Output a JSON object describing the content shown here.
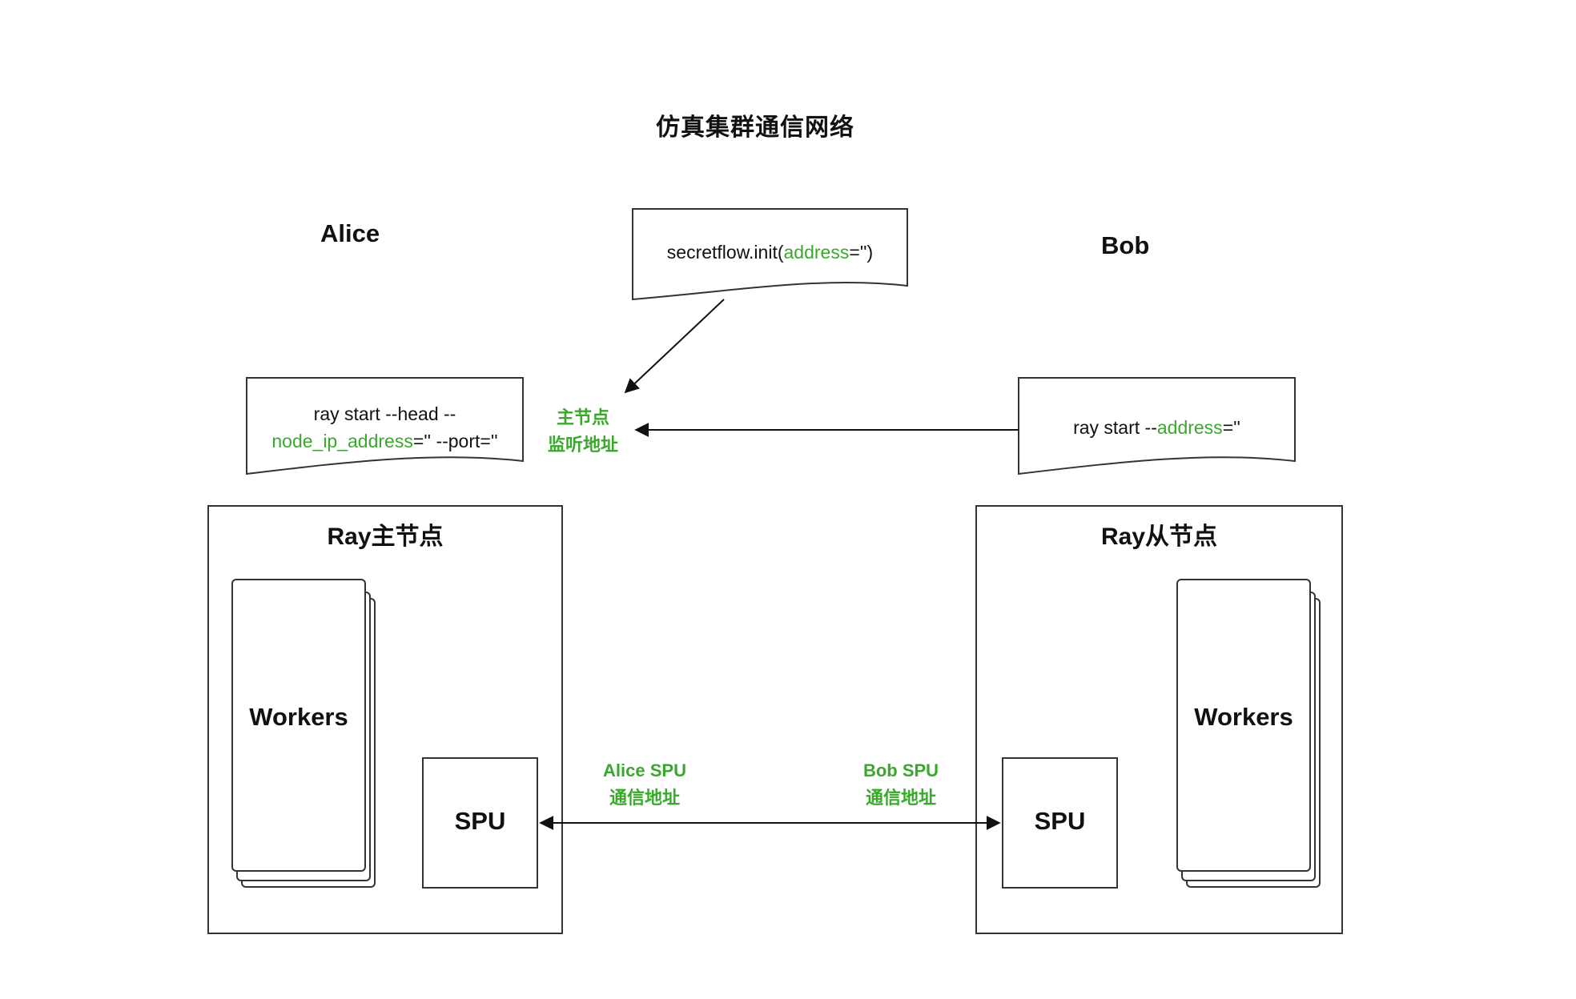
{
  "title": "仿真集群通信网络",
  "alice": {
    "name": "Alice",
    "cmd_line1": "ray start --head --",
    "cmd_line2_param": "node_ip_address",
    "cmd_line2_rest": "='' --port=''",
    "node_title": "Ray主节点",
    "workers_label": "Workers",
    "spu_label": "SPU"
  },
  "bob": {
    "name": "Bob",
    "cmd_prefix": "ray start --",
    "cmd_param": "address",
    "cmd_suffix": "=''",
    "node_title": "Ray从节点",
    "workers_label": "Workers",
    "spu_label": "SPU"
  },
  "init": {
    "prefix": "secretflow.init(",
    "param": "address",
    "suffix": "='')"
  },
  "head_listen": {
    "line1": "主节点",
    "line2": "监听地址"
  },
  "alice_spu_addr": {
    "line1": "Alice SPU",
    "line2": "通信地址"
  },
  "bob_spu_addr": {
    "line1": "Bob SPU",
    "line2": "通信地址"
  },
  "colors": {
    "accent_green": "#3aa82d",
    "stroke": "#333333"
  }
}
